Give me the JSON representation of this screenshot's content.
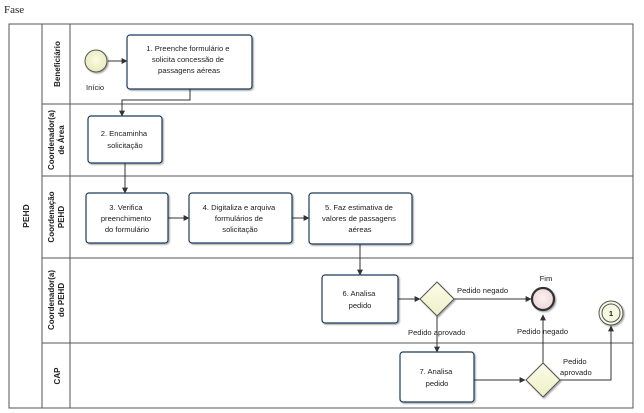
{
  "diagram": {
    "phase": "Fase",
    "pool": "PEHD",
    "lanes": {
      "beneficiario": "Beneficiário",
      "coord_area_1": "Coordenador(a)",
      "coord_area_2": "de Área",
      "coord_pehd_1": "Coordenação",
      "coord_pehd_2": "PEHD",
      "coord_do_pehd_1": "Coordenador(a)",
      "coord_do_pehd_2": "do PEHD",
      "cap": "CAP"
    },
    "start_label": "Início",
    "end_label": "Fim",
    "connector_label": "1",
    "tasks": {
      "t1": [
        "1. Preenche formulário e",
        "solicita concessão de",
        "passagens aéreas"
      ],
      "t2": [
        "2. Encaminha",
        "solicitação"
      ],
      "t3": [
        "3. Verifica",
        "preenchimento",
        "do formulário"
      ],
      "t4": [
        "4. Digitaliza e arquiva",
        "formulários de",
        "solicitação"
      ],
      "t5": [
        "5. Faz estimativa de",
        "valores de passagens",
        "aéreas"
      ],
      "t6": [
        "6. Analisa",
        "pedido"
      ],
      "t7": [
        "7. Analisa",
        "pedido"
      ]
    },
    "flows": {
      "negado_1": "Pedido negado",
      "aprovado_1": "Pedido aprovado",
      "negado_2": "Pedido negado",
      "aprovado_2a": "Pedido",
      "aprovado_2b": "aprovado"
    }
  }
}
